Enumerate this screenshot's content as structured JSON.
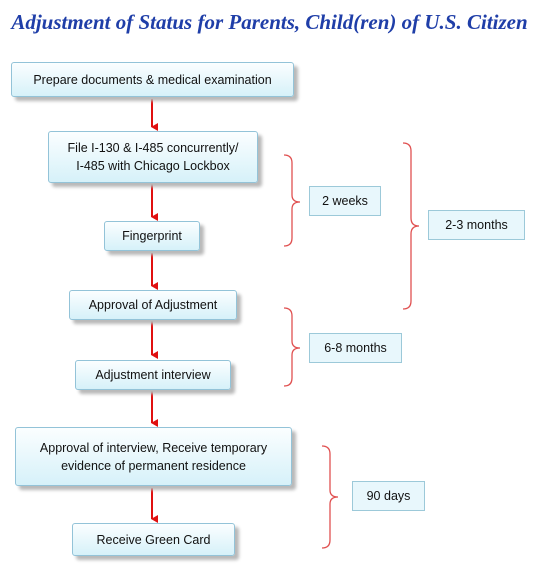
{
  "title": "Adjustment of Status for Parents, Child(ren) of U.S. Citizen",
  "steps": [
    {
      "lines": [
        "Prepare documents & medical examination"
      ]
    },
    {
      "lines": [
        "File I-130 & I-485 concurrently/",
        "I-485 with Chicago Lockbox"
      ]
    },
    {
      "lines": [
        "Fingerprint"
      ]
    },
    {
      "lines": [
        "Approval of Adjustment"
      ]
    },
    {
      "lines": [
        "Adjustment interview"
      ]
    },
    {
      "lines": [
        "Approval of interview, Receive temporary",
        "evidence of permanent residence"
      ]
    },
    {
      "lines": [
        "Receive Green Card"
      ]
    }
  ],
  "durations": {
    "fingerprint_wait": "2 weeks",
    "overall_initial": "2-3 months",
    "interview_wait": "6-8 months",
    "green_card_wait": "90 days"
  },
  "colors": {
    "title": "#1f3ea8",
    "arrow": "#e01010",
    "bracket": "#e05050",
    "box_border": "#93c3d8"
  }
}
